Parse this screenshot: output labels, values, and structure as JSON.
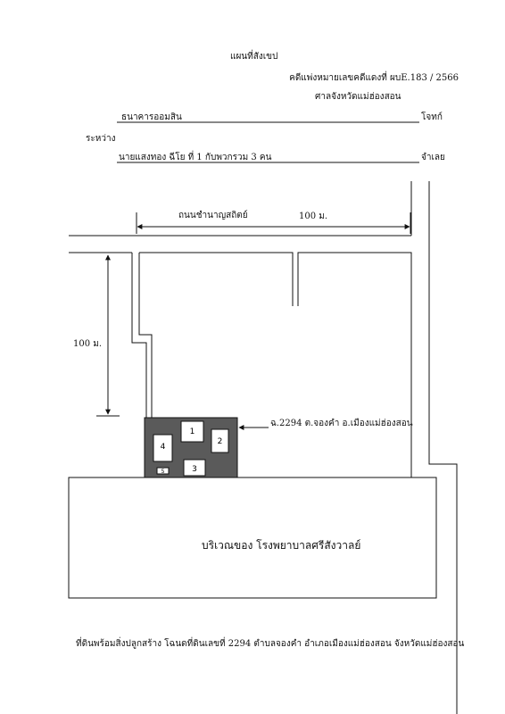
{
  "header": {
    "title": "แผนที่สังเขป",
    "case_number": "คดีแพ่งหมายเลขคดีแดงที่ ผบE.183 / 2566",
    "court": "ศาลจังหวัดแม่ฮ่องสอน"
  },
  "parties": {
    "plaintiff": "ธนาคารออมสิน",
    "plaintiff_role": "โจทก์",
    "between": "ระหว่าง",
    "defendant": "นายแสงทอง ฉีโย ที่ 1 กับพวกรวม 3 คน",
    "defendant_role": "จำเลย"
  },
  "map": {
    "road_label": "ถนนชำนาญสถิตย์",
    "top_dimension": "100 ม.",
    "left_dimension": "100 ม.",
    "deed_label": "ฉ.2294 ต.จองคำ อ.เมืองแม่ฮ่องสอน",
    "hospital_label": "บริเวณของ โรงพยาบาลศรีสังวาลย์",
    "buildings": [
      "1",
      "2",
      "3",
      "4",
      "5"
    ]
  },
  "caption": "ที่ดินพร้อมสิ่งปลูกสร้าง โฉนดที่ดินเลขที่ 2294 ตำบลจองคำ อำเภอเมืองแม่ฮ่องสอน จังหวัดแม่ฮ่องสอน"
}
